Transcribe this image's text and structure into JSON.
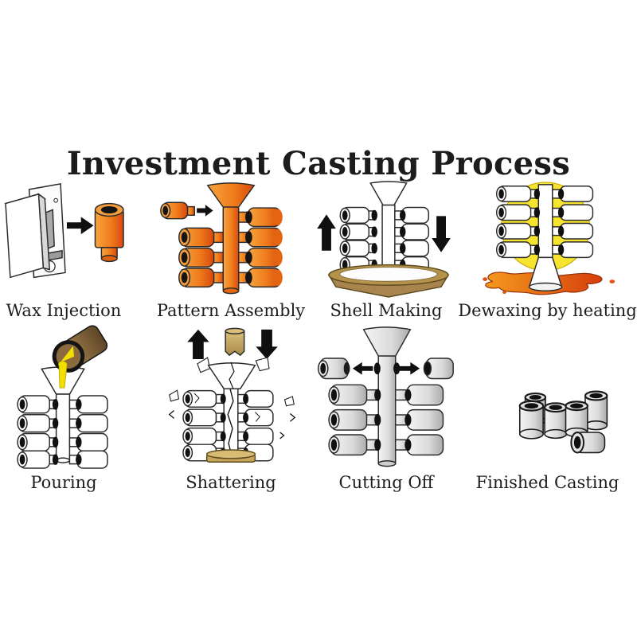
{
  "title": "Investment Casting Process",
  "steps": [
    {
      "id": "wax-injection",
      "label": "Wax Injection"
    },
    {
      "id": "pattern-assembly",
      "label": "Pattern Assembly"
    },
    {
      "id": "shell-making",
      "label": "Shell Making"
    },
    {
      "id": "dewaxing",
      "label": "Dewaxing by heating"
    },
    {
      "id": "pouring",
      "label": "Pouring"
    },
    {
      "id": "shattering",
      "label": "Shattering"
    },
    {
      "id": "cutting-off",
      "label": "Cutting Off"
    },
    {
      "id": "finished-casting",
      "label": "Finished Casting"
    }
  ],
  "colors": {
    "wax_orange": "#EF7D1C",
    "wax_orange_dark": "#D9480F",
    "shell_white": "#FFFFFF",
    "outline_black": "#2B2B2B",
    "slurry_tan": "#B3924B",
    "heat_yellow": "#F6E42F",
    "molten_splash_orange": "#E2561B",
    "molten_metal_yellow": "#F2DF00",
    "ladle_brown": "#8A6A3E",
    "cast_metal_gray": "#DADADA",
    "background": "#FFFFFF",
    "text": "#1D1D1D"
  }
}
